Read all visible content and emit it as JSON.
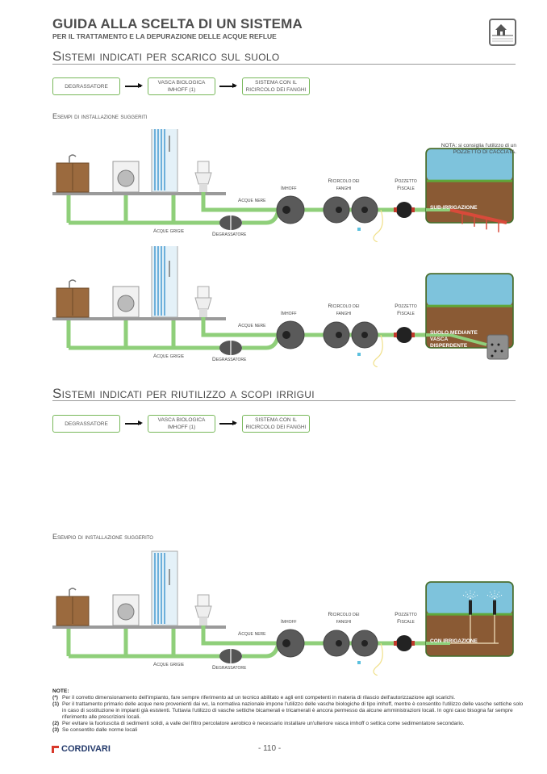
{
  "header": {
    "title": "GUIDA ALLA SCELTA DI UN SISTEMA",
    "subtitle": "PER IL TRATTAMENTO E LA DEPURAZIONE DELLE ACQUE REFLUE",
    "icon": "house-ground-icon"
  },
  "section1": {
    "heading": "Sistemi indicati per scarico sul suolo",
    "flow": [
      "DEGRASSATORE",
      "VASCA BIOLOGICA IMHOFF (1)",
      "SISTEMA CON IL RICIRCOLO DEI FANGHI"
    ],
    "examples_heading": "Esempi di installazione suggeriti",
    "note": "NOTA: si consiglia l'utilizzo di un POZZETTO DI CACCIATA.",
    "diagrams": [
      {
        "labels": {
          "acque_nere": "Acque nere",
          "acque_grigie": "Acque grigie",
          "degrassatore": "Degrassatore",
          "imhoff": "Imhoff",
          "ricircolo": "Ricircolo dei fanghi",
          "pozzetto": "Pozzetto Fiscale"
        },
        "outlet": "SUB-IRRIGAZIONE"
      },
      {
        "labels": {
          "acque_nere": "Acque nere",
          "acque_grigie": "Acque grigie",
          "degrassatore": "Degrassatore",
          "imhoff": "Imhoff",
          "ricircolo": "Ricircolo dei fanghi",
          "pozzetto": "Pozzetto Fiscale"
        },
        "outlet": "SUOLO MEDIANTE VASCA DISPERDENTE"
      }
    ]
  },
  "section2": {
    "heading": "Sistemi indicati per riutilizzo a scopi irrigui",
    "flow": [
      "DEGRASSATORE",
      "VASCA BIOLOGICA IMHOFF (1)",
      "SISTEMA CON IL RICIRCOLO DEI FANGHI"
    ],
    "example_heading": "Esempio di installazione suggerito",
    "diagram": {
      "labels": {
        "acque_nere": "Acque nere",
        "acque_grigie": "Acque grigie",
        "degrassatore": "Degrassatore",
        "imhoff": "Imhoff",
        "ricircolo": "Ricircolo dei fanghi",
        "pozzetto": "Pozzetto Fiscale"
      },
      "outlet": "CON IRRIGAZIONE"
    }
  },
  "notes": {
    "title": "NOTE:",
    "items": [
      {
        "key": "(*)",
        "text": "Per il corretto dimensionamento dell'impianto, fare sempre riferimento ad un tecnico abilitato e agli enti competenti in materia di rilascio dell'autorizzazione agli scarichi."
      },
      {
        "key": "(1)",
        "text": "Per il trattamento primario delle acque nere provenienti dai wc, la normativa nazionale impone l'utilizzo delle vasche biologiche di tipo imhoff, mentre è consentito l'utilizzo delle vasche settiche solo in caso di sostituzione in impianti già esistenti. Tuttavia l'utilizzo di vasche settiche bicamerali e tricamerali è ancora permesso da alcune amministrazioni locali. In ogni caso bisogna far sempre riferimento alle prescrizioni locali."
      },
      {
        "key": "(2)",
        "text": "Per evitare la fuoriuscita di sedimenti solidi, a valle del filtro percolatore aerobico è necessario installare un'ulteriore vasca imhoff o settica come sedimentatore secondario."
      },
      {
        "key": "(3)",
        "text": "Se consentito dalle norme locali"
      }
    ]
  },
  "footer": {
    "brand": "CORDIVARI",
    "page": "- 110 -"
  },
  "colors": {
    "pipe": "#8fcf7a",
    "box_border": "#78b85a",
    "brand": "#243a6b",
    "brand_mark": "#d8392b",
    "sky": "#7ec3dc",
    "soil": "#8a5a34"
  }
}
